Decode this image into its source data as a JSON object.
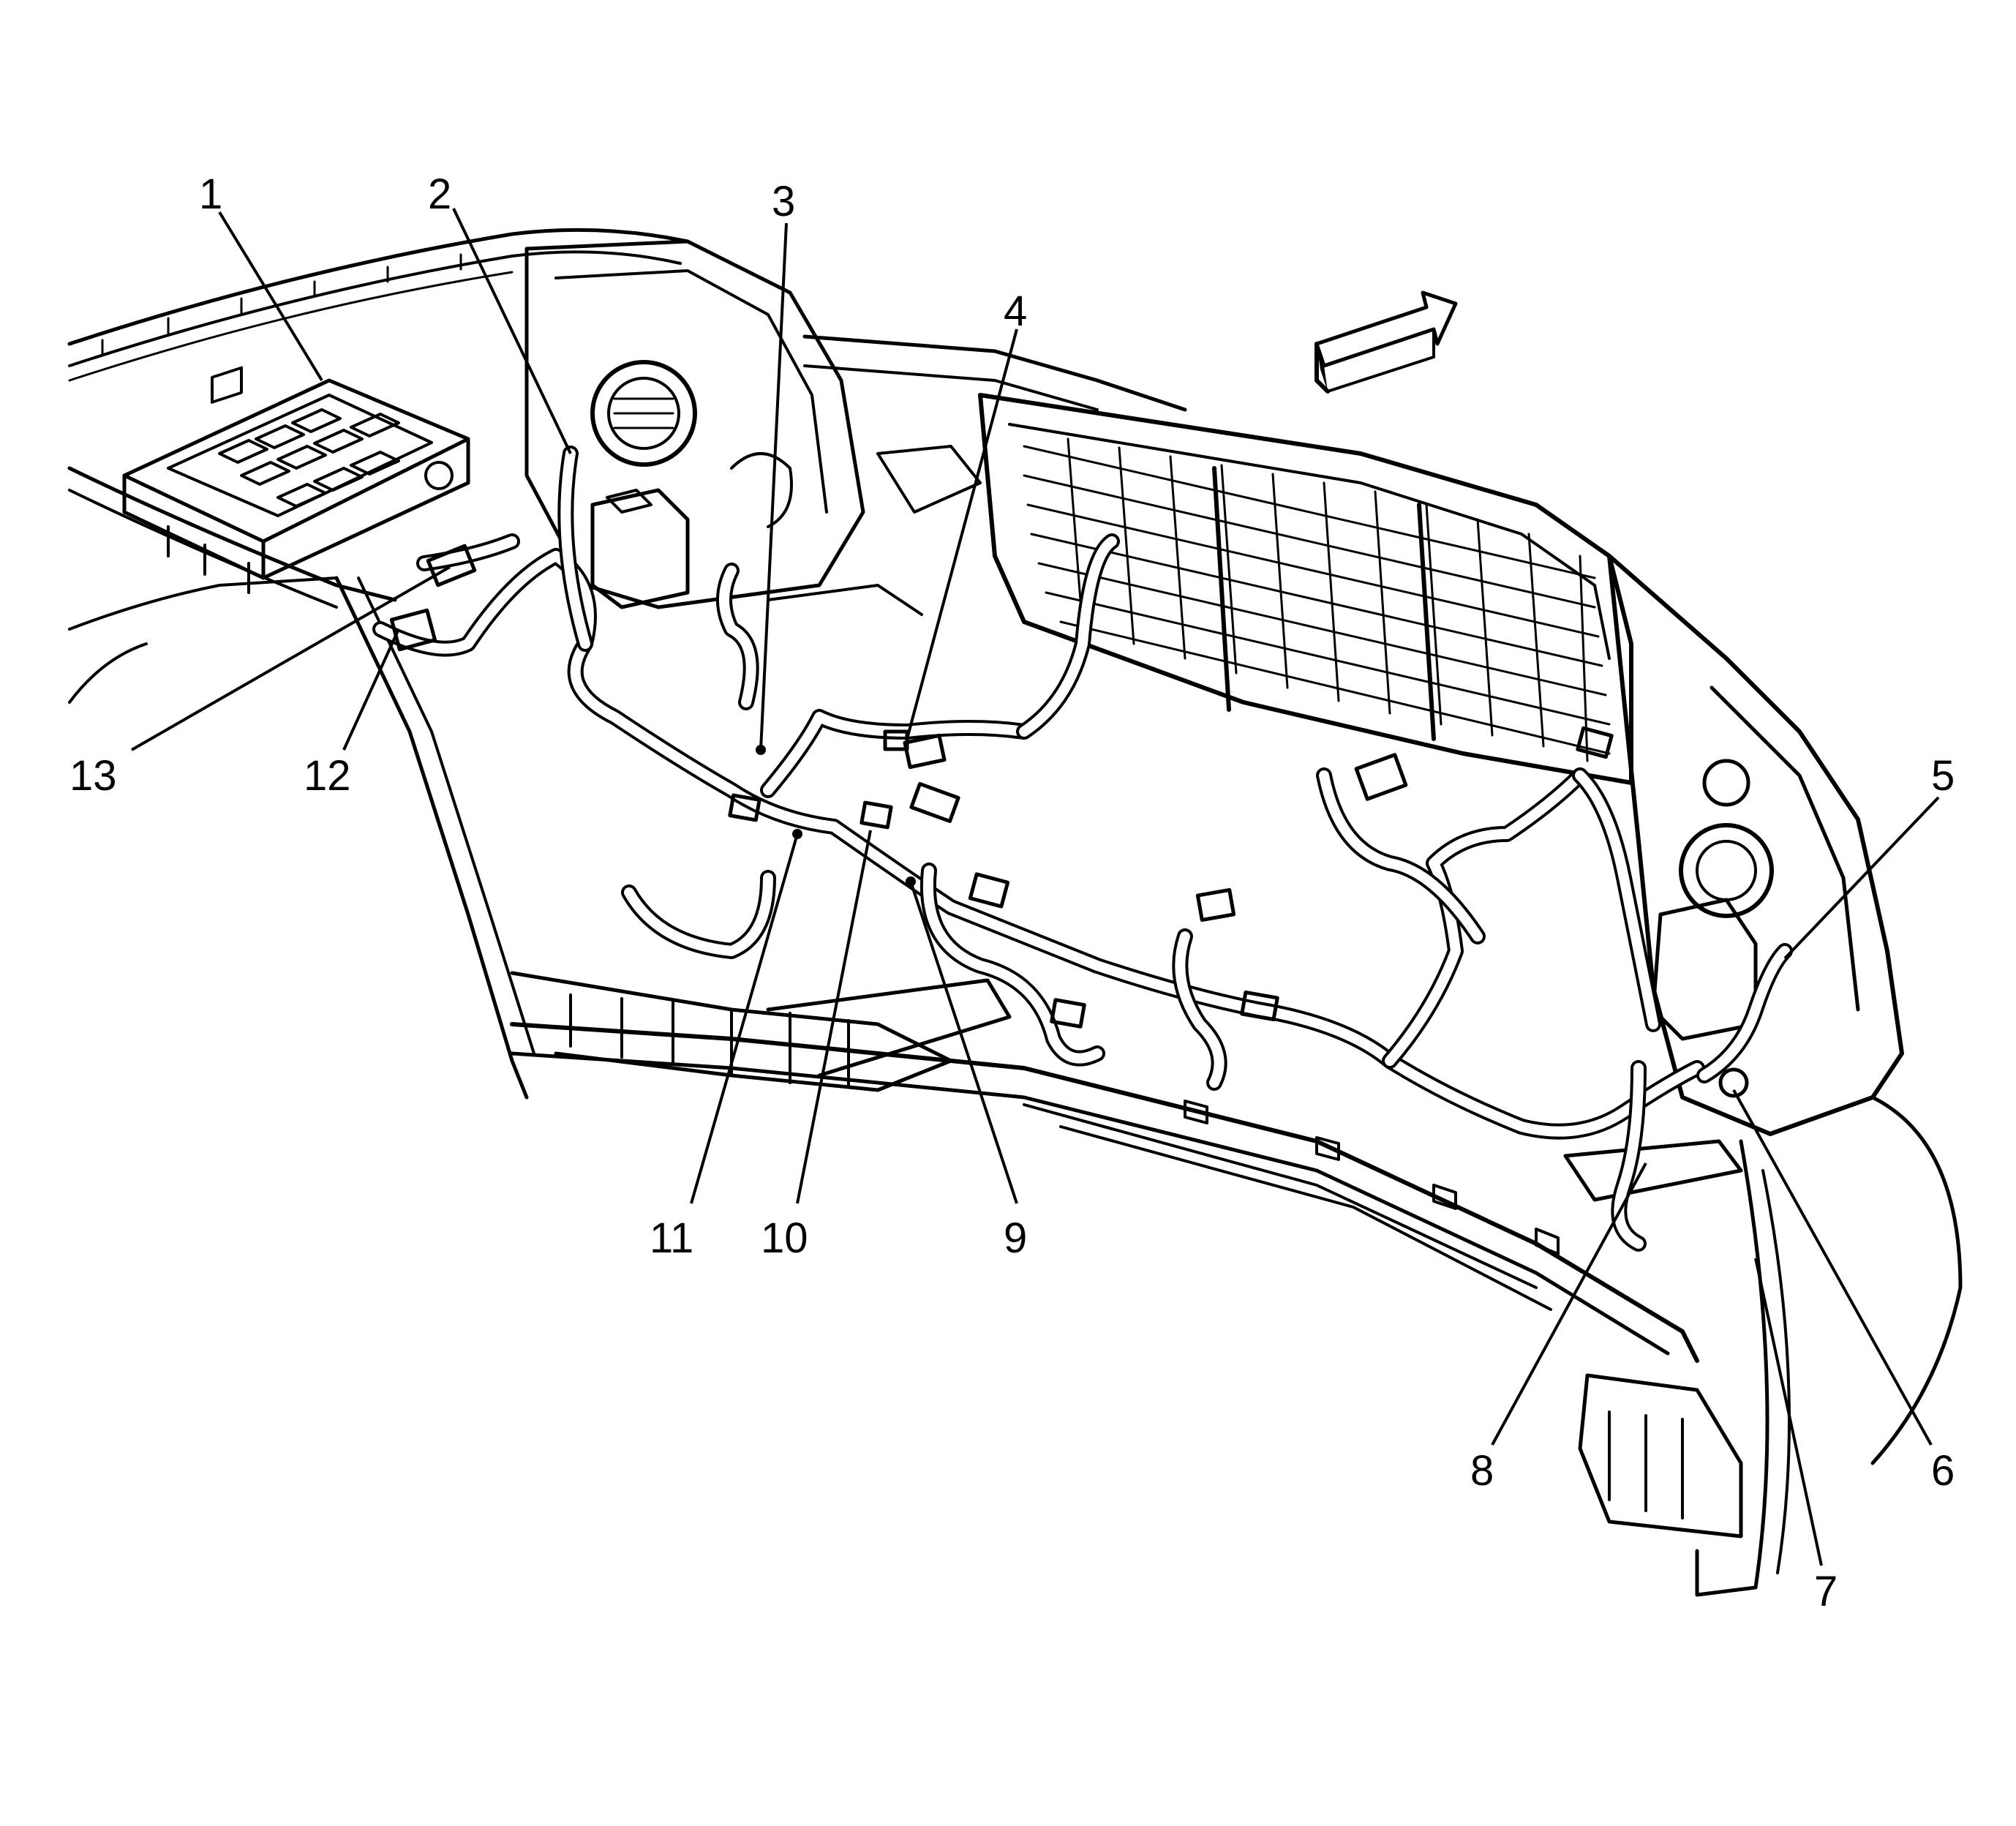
{
  "diagram": {
    "callouts": [
      {
        "id": "1",
        "label": "1"
      },
      {
        "id": "2",
        "label": "2"
      },
      {
        "id": "3",
        "label": "3"
      },
      {
        "id": "4",
        "label": "4"
      },
      {
        "id": "5",
        "label": "5"
      },
      {
        "id": "6",
        "label": "6"
      },
      {
        "id": "7",
        "label": "7"
      },
      {
        "id": "8",
        "label": "8"
      },
      {
        "id": "9",
        "label": "9"
      },
      {
        "id": "10",
        "label": "10"
      },
      {
        "id": "11",
        "label": "11"
      },
      {
        "id": "12",
        "label": "12"
      },
      {
        "id": "13",
        "label": "13"
      }
    ],
    "direction_arrow": "arrow-icon",
    "line_color": "#000000",
    "background_color": "#ffffff"
  }
}
